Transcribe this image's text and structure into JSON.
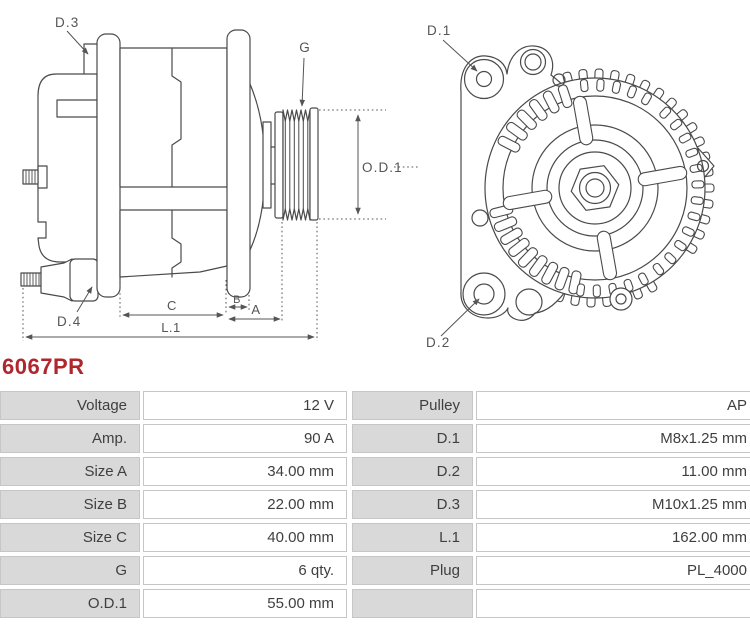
{
  "part_number": "6067PR",
  "diagram": {
    "side_view_labels": {
      "d3": "D.3",
      "g": "G",
      "od1": "O.D.1",
      "d4": "D.4",
      "c": "C",
      "b": "B",
      "a": "A",
      "l1": "L.1"
    },
    "front_view_labels": {
      "d1": "D.1",
      "d2": "D.2"
    }
  },
  "table": {
    "rows": [
      {
        "label1": "Voltage",
        "value1": "12 V",
        "label2": "Pulley",
        "value2": "AP"
      },
      {
        "label1": "Amp.",
        "value1": "90 A",
        "label2": "D.1",
        "value2": "M8x1.25 mm"
      },
      {
        "label1": "Size A",
        "value1": "34.00 mm",
        "label2": "D.2",
        "value2": "11.00 mm"
      },
      {
        "label1": "Size B",
        "value1": "22.00 mm",
        "label2": "D.3",
        "value2": "M10x1.25 mm"
      },
      {
        "label1": "Size C",
        "value1": "40.00 mm",
        "label2": "L.1",
        "value2": "162.00 mm"
      },
      {
        "label1": "G",
        "value1": "6 qty.",
        "label2": "Plug",
        "value2": "PL_4000"
      },
      {
        "label1": "O.D.1",
        "value1": "55.00 mm",
        "label2": "",
        "value2": ""
      }
    ]
  },
  "colors": {
    "part_number_red": "#b0262d",
    "cell_gray": "#d9d9d9",
    "cell_border": "#c6c6c6",
    "line_art": "#4a4a4a"
  }
}
